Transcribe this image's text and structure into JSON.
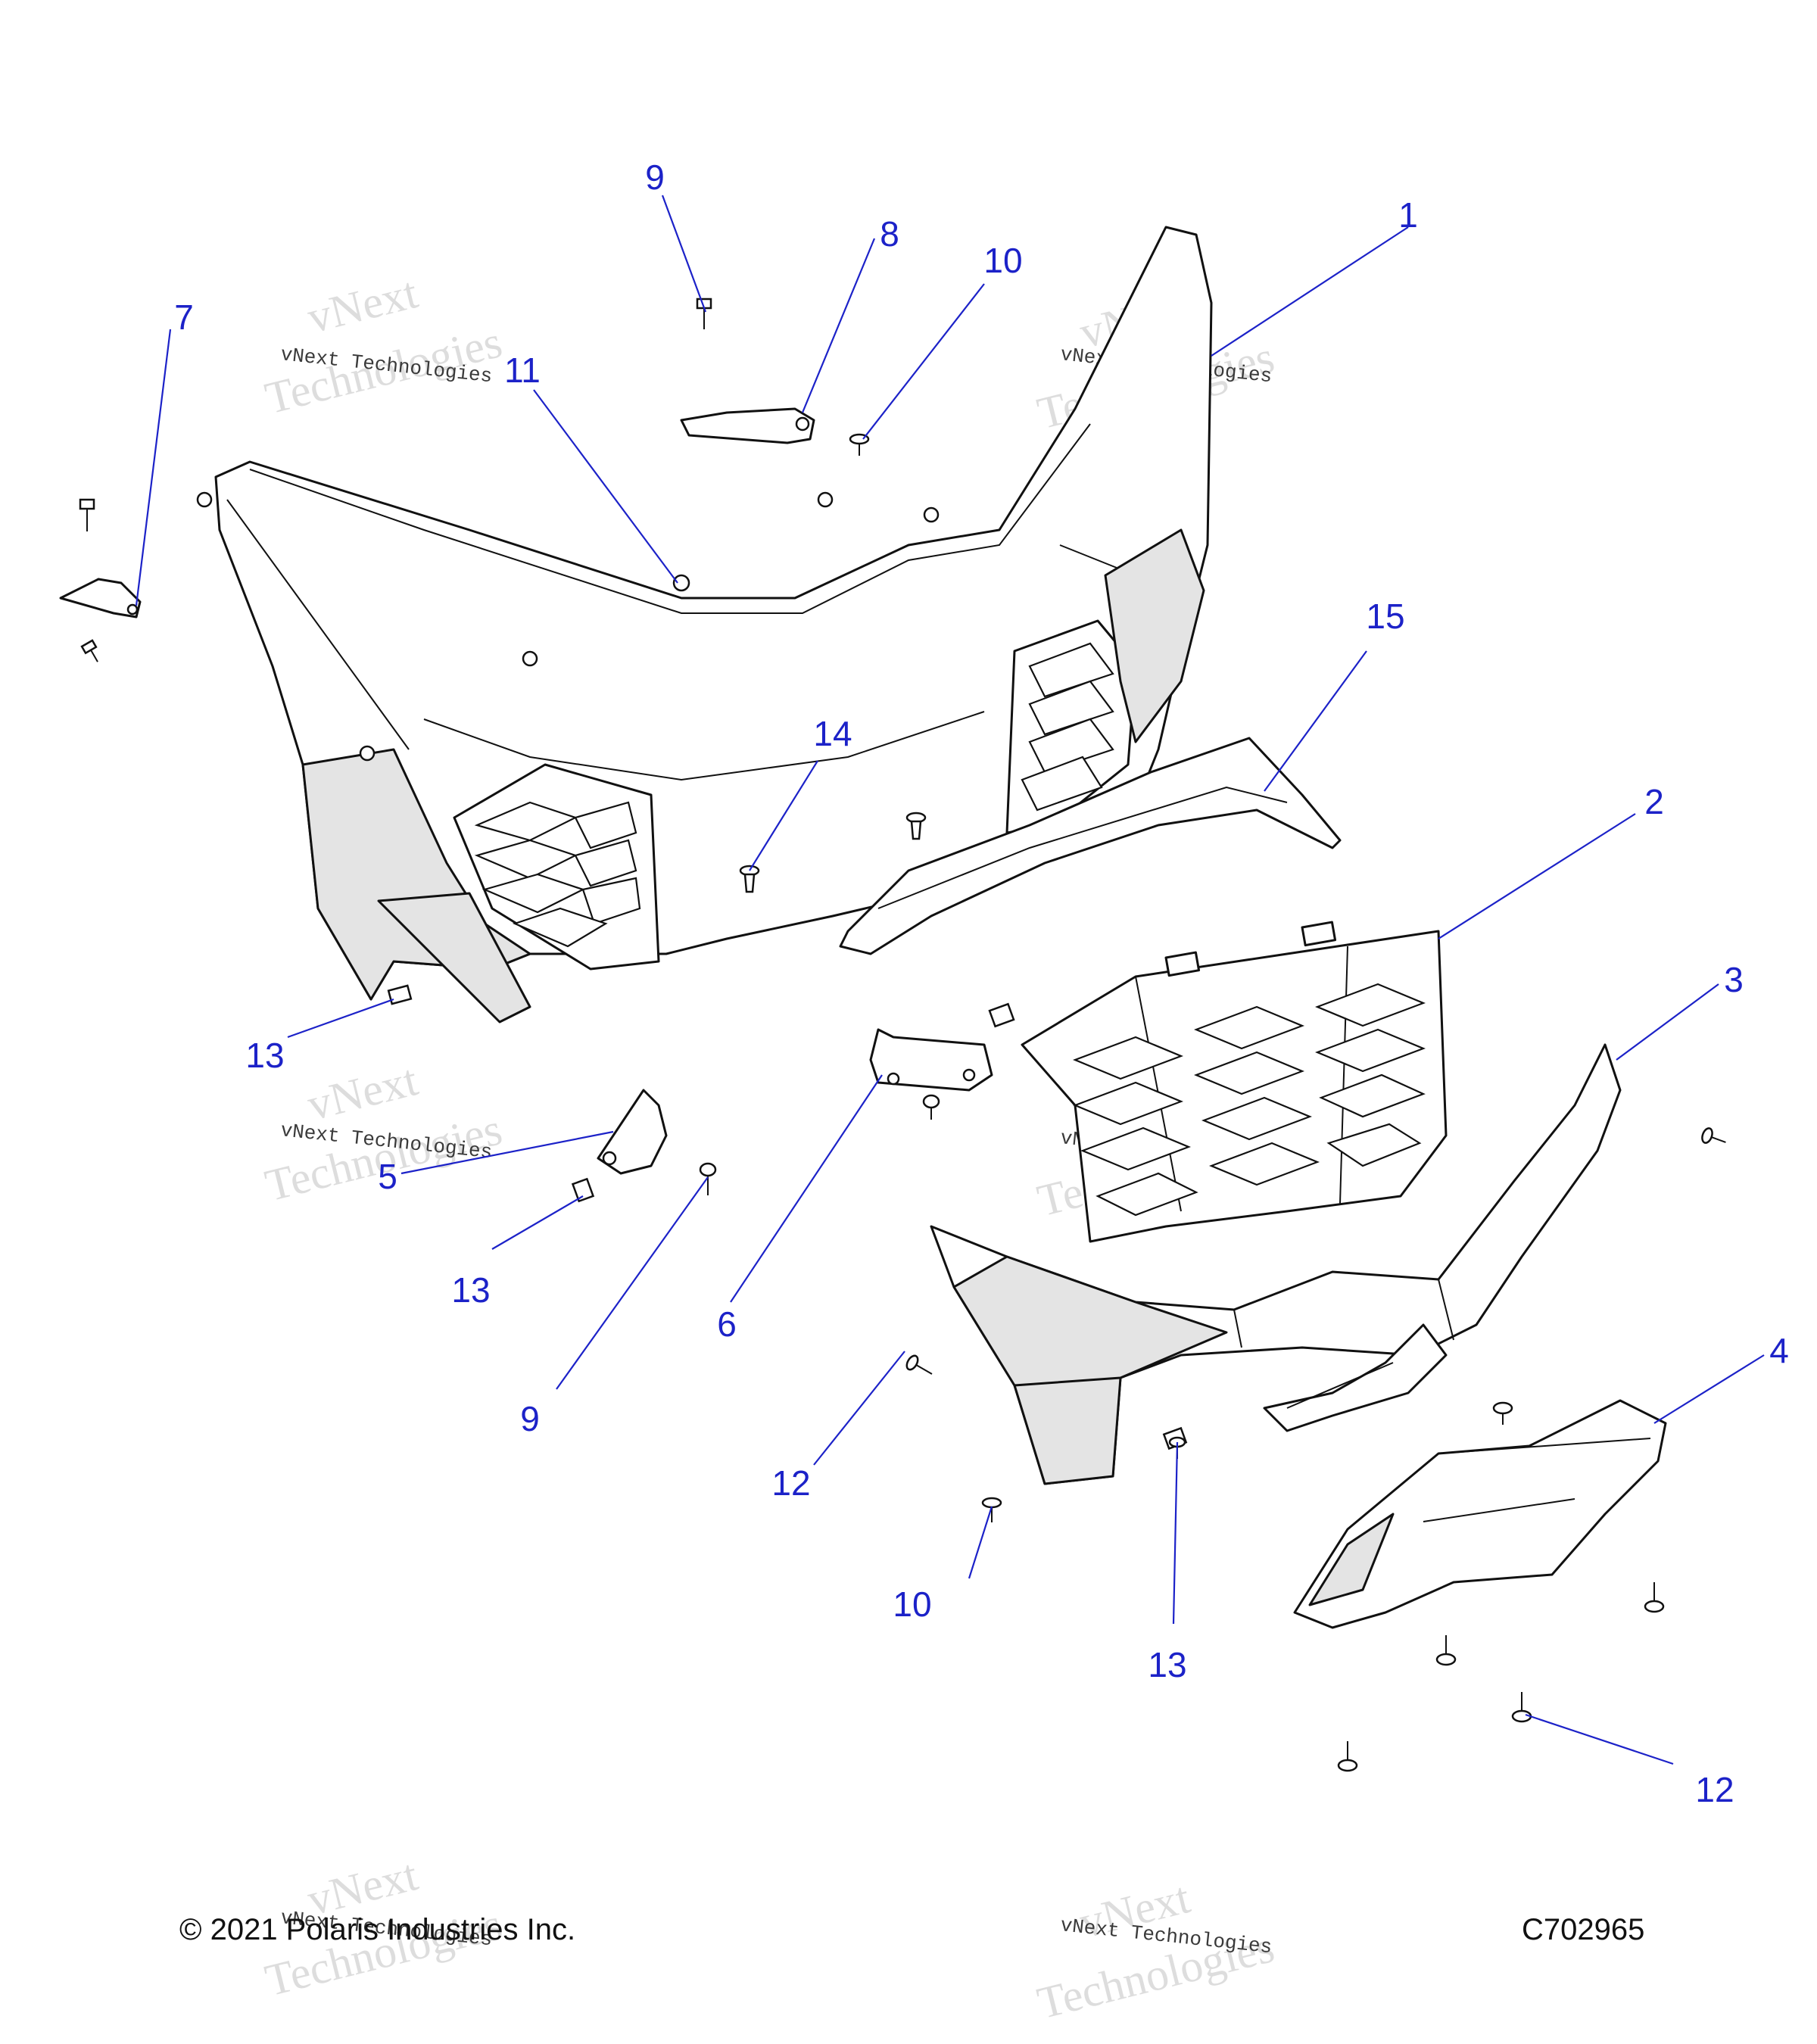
{
  "callouts": [
    "1",
    "2",
    "3",
    "4",
    "5",
    "6",
    "7",
    "8",
    "9",
    "9",
    "10",
    "10",
    "11",
    "12",
    "12",
    "13",
    "13",
    "13",
    "14",
    "15"
  ],
  "watermark": {
    "line1": "vNext",
    "line2": "Technologies",
    "caption": "vNext Technologies"
  },
  "footer": {
    "copyright": "© 2021 Polaris Industries Inc.",
    "code": "C702965"
  },
  "colors": {
    "callout": "#1c22c8",
    "line": "#111111",
    "shade": "#e4e4e4"
  }
}
